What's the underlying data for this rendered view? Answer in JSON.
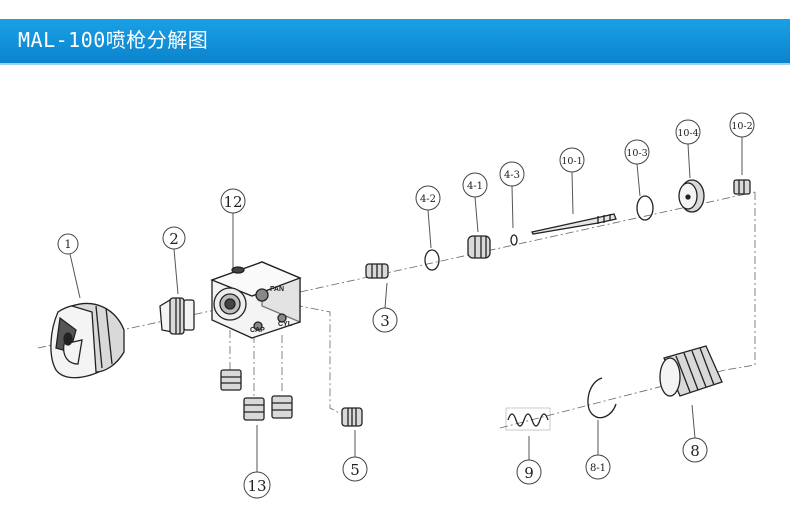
{
  "header": {
    "title": "MAL-100喷枪分解图",
    "color": "#0f8fd8"
  },
  "callouts": {
    "c1": "1",
    "c2": "2",
    "c3": "3",
    "c4_1": "4-1",
    "c4_2": "4-2",
    "c4_3": "4-3",
    "c5": "5",
    "c8": "8",
    "c8_1": "8-1",
    "c9": "9",
    "c10_1": "10-1",
    "c10_2": "10-2",
    "c10_3": "10-3",
    "c10_4": "10-4",
    "c12": "12",
    "c13": "13"
  },
  "body_labels": {
    "fan": "FAN",
    "cap": "CAP",
    "cyl": "CYL"
  }
}
